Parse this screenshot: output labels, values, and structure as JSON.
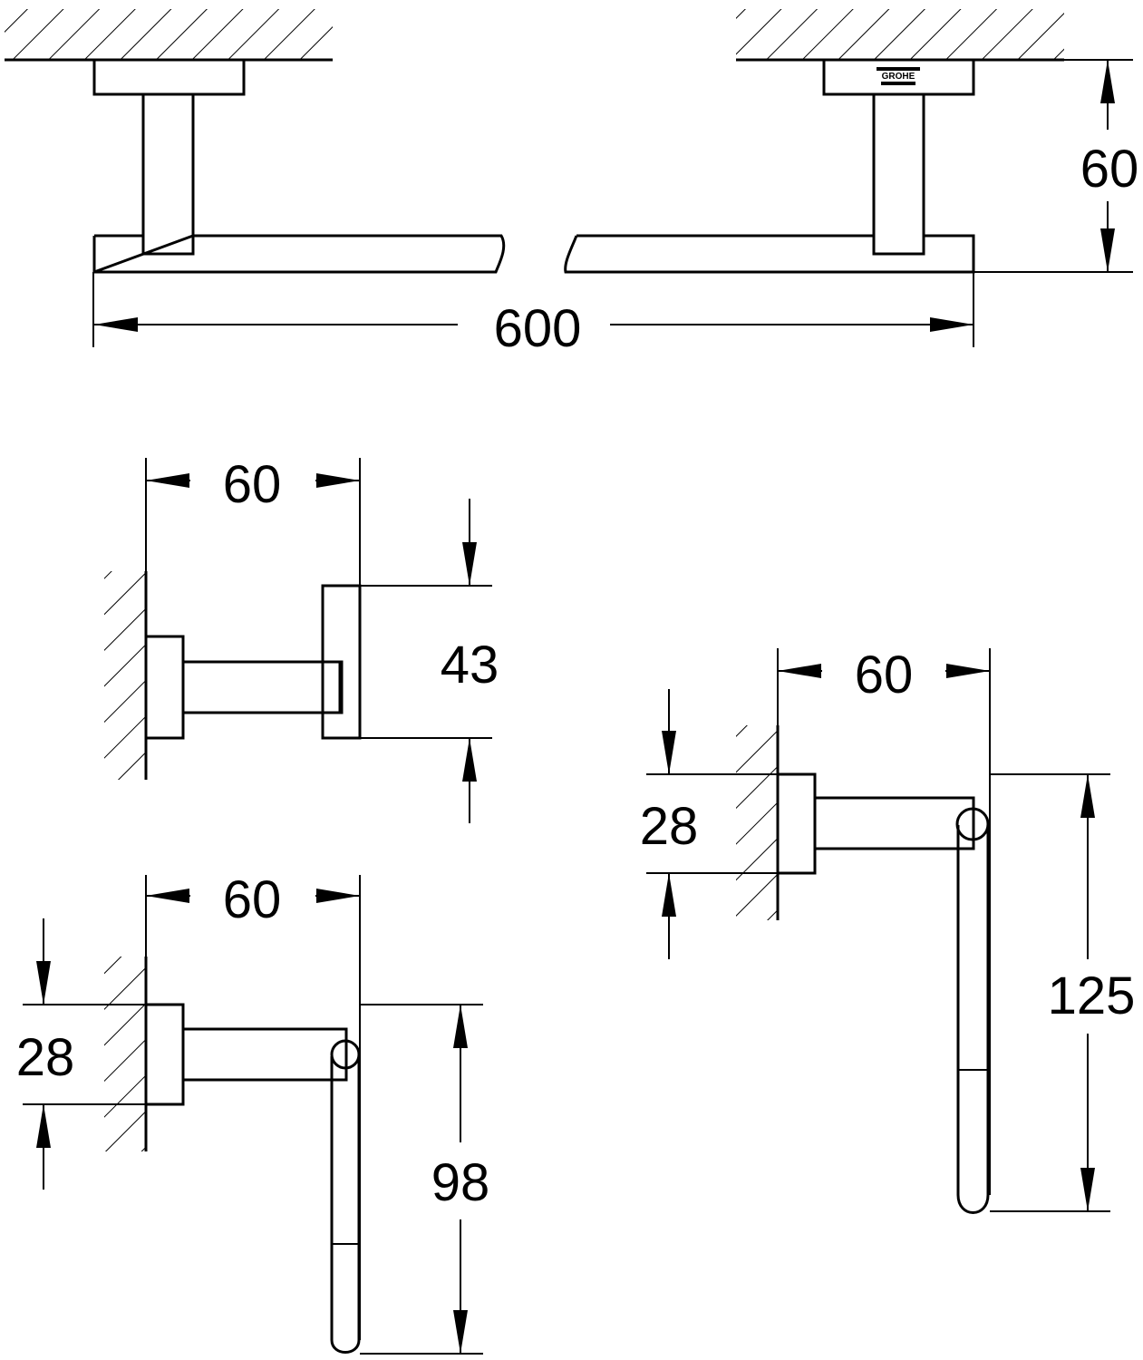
{
  "brand": {
    "logo_text": "GROHE"
  },
  "views": {
    "towel_bar": {
      "width": "600",
      "depth": "60"
    },
    "robe_hook": {
      "depth": "60",
      "height": "43"
    },
    "ring_small": {
      "depth": "60",
      "rosette": "28",
      "drop": "98"
    },
    "ring_large": {
      "depth": "60",
      "rosette": "28",
      "drop": "125"
    }
  },
  "colors": {
    "line": "#000000",
    "background": "#ffffff"
  }
}
